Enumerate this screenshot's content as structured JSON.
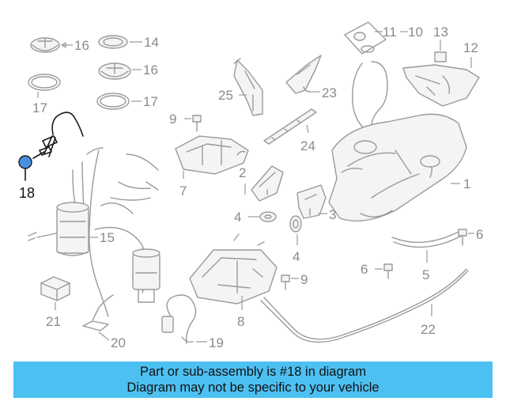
{
  "banner": {
    "line1": "Part or sub-assembly is #18 in diagram",
    "line2": "Diagram may not be specific to your vehicle"
  },
  "callouts": {
    "c16a": "16",
    "c14": "14",
    "c16b": "16",
    "c17a": "17",
    "c17b": "17",
    "c18": "18",
    "c15": "15",
    "c21": "21",
    "c20": "20",
    "c19": "19",
    "c9a": "9",
    "c7": "7",
    "c25": "25",
    "c23": "23",
    "c24": "24",
    "c2": "2",
    "c4a": "4",
    "c3": "3",
    "c4b": "4",
    "c9b": "9",
    "c8": "8",
    "c11": "11",
    "c10": "10",
    "c13": "13",
    "c12": "12",
    "c1": "1",
    "c6a": "6",
    "c6b": "6",
    "c5": "5",
    "c22": "22"
  },
  "colors": {
    "banner_bg": "#4dc0f2",
    "highlight_part": "#4a90e2",
    "line_art": "#9a9a9a"
  }
}
